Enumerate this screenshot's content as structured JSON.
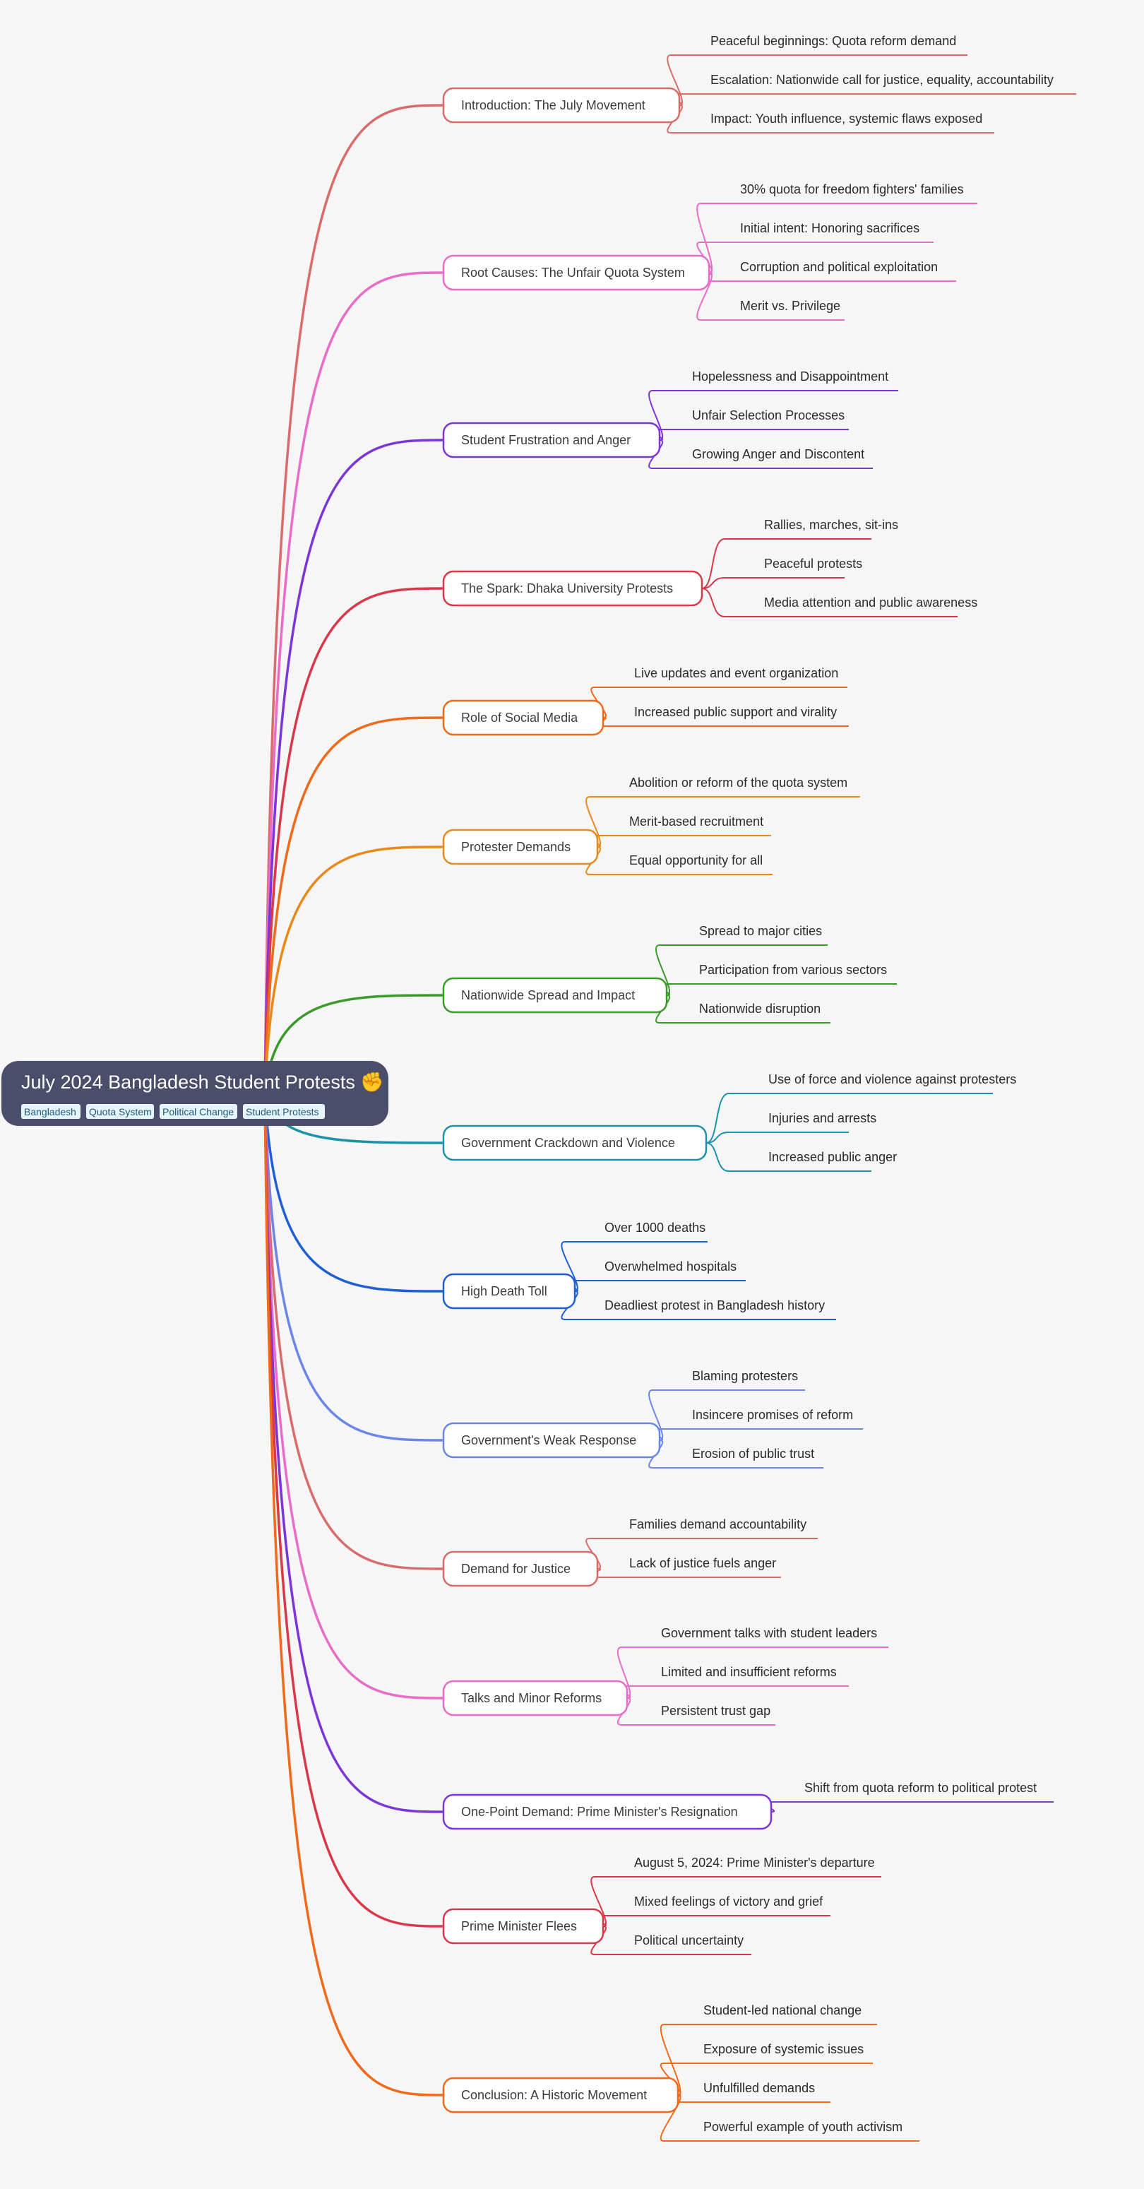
{
  "root": {
    "title": "July 2024 Bangladesh Student Protests ✊",
    "tags": [
      "Bangladesh",
      "Quota System",
      "Political Change",
      "Student Protests"
    ],
    "color": "#4a4e6a"
  },
  "branches": [
    {
      "label": "Introduction: The July Movement",
      "color": "#d96b6b",
      "children": [
        "Peaceful beginnings: Quota reform demand",
        "Escalation: Nationwide call for justice, equality, accountability",
        "Impact: Youth influence, systemic flaws exposed"
      ]
    },
    {
      "label": "Root Causes: The Unfair Quota System",
      "color": "#e86cc8",
      "children": [
        "30% quota for freedom fighters' families",
        "Initial intent: Honoring sacrifices",
        "Corruption and political exploitation",
        "Merit vs. Privilege"
      ]
    },
    {
      "label": "Student Frustration and Anger",
      "color": "#7b35d8",
      "children": [
        "Hopelessness and Disappointment",
        "Unfair Selection Processes",
        "Growing Anger and Discontent"
      ]
    },
    {
      "label": "The Spark: Dhaka University Protests",
      "color": "#d9384a",
      "children": [
        "Rallies, marches, sit-ins",
        "Peaceful protests",
        "Media attention and public awareness"
      ]
    },
    {
      "label": "Role of Social Media",
      "color": "#ef6a1a",
      "children": [
        "Live updates and event organization",
        "Increased public support and virality"
      ]
    },
    {
      "label": "Protester Demands",
      "color": "#e8891a",
      "children": [
        "Abolition or reform of the quota system",
        "Merit-based recruitment",
        "Equal opportunity for all"
      ]
    },
    {
      "label": "Nationwide Spread and Impact",
      "color": "#3a9a2a",
      "children": [
        "Spread to major cities",
        "Participation from various sectors",
        "Nationwide disruption"
      ]
    },
    {
      "label": "Government Crackdown and Violence",
      "color": "#1a93a8",
      "children": [
        "Use of force and violence against protesters",
        "Injuries and arrests",
        "Increased public anger"
      ]
    },
    {
      "label": "High Death Toll",
      "color": "#1f5fd6",
      "children": [
        "Over 1000 deaths",
        "Overwhelmed hospitals",
        "Deadliest protest in Bangladesh history"
      ]
    },
    {
      "label": "Government's Weak Response",
      "color": "#6b86e8",
      "children": [
        "Blaming protesters",
        "Insincere promises of reform",
        "Erosion of public trust"
      ]
    },
    {
      "label": "Demand for Justice",
      "color": "#d96b6b",
      "children": [
        "Families demand accountability",
        "Lack of justice fuels anger"
      ]
    },
    {
      "label": "Talks and Minor Reforms",
      "color": "#e86cc8",
      "children": [
        "Government talks with student leaders",
        "Limited and insufficient reforms",
        "Persistent trust gap"
      ]
    },
    {
      "label": "One-Point Demand: Prime Minister's Resignation",
      "color": "#7b35d8",
      "children": [
        "Shift from quota reform to political protest"
      ]
    },
    {
      "label": "Prime Minister Flees",
      "color": "#d9384a",
      "children": [
        "August 5, 2024: Prime Minister's departure",
        "Mixed feelings of victory and grief",
        "Political uncertainty"
      ]
    },
    {
      "label": "Conclusion: A Historic Movement",
      "color": "#ef6a1a",
      "children": [
        "Student-led national change",
        "Exposure of systemic issues",
        "Unfulfilled demands",
        "Powerful example of youth activism"
      ]
    }
  ]
}
